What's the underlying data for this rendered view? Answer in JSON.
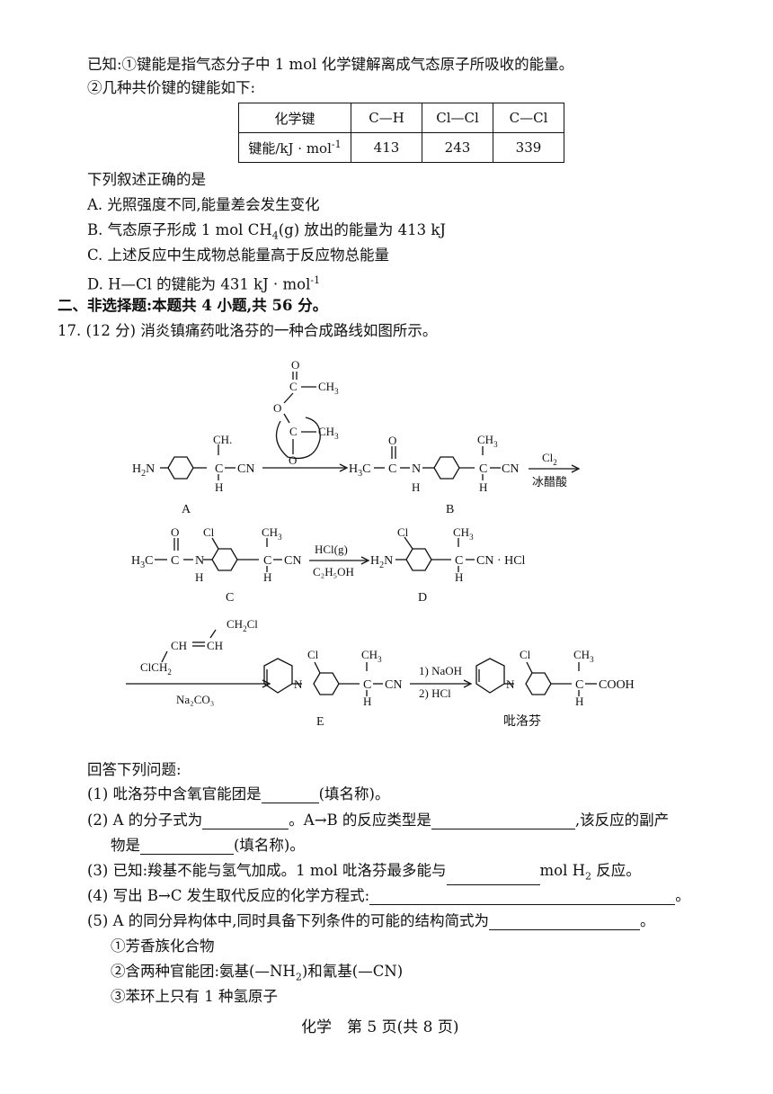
{
  "known": {
    "line1": "已知:①键能是指气态分子中 1 mol 化学键解离成气态原子所吸收的能量。",
    "line2": "②几种共价键的键能如下:"
  },
  "table": {
    "row_header": "化学键",
    "bonds": [
      "C—H",
      "Cl—Cl",
      "C—Cl"
    ],
    "energy_label": "键能/kJ · mol",
    "energy_label_sup": "-1",
    "energies": [
      "413",
      "243",
      "339"
    ]
  },
  "q16": {
    "stem": "下列叙述正确的是",
    "opt_a": "A. 光照强度不同,能量差会发生变化",
    "opt_b_pre": "B. 气态原子形成 1 mol CH",
    "opt_b_sub": "4",
    "opt_b_post": "(g) 放出的能量为 413 kJ",
    "opt_c": "C. 上述反应中生成物总能量高于反应物总能量",
    "opt_d": "D. H—Cl 的键能为 431 kJ · mol",
    "opt_d_sup": "-1"
  },
  "section2": "二、非选择题:本题共 4 小题,共 56 分。",
  "q17": {
    "title": "17. (12 分) 消炎镇痛药吡洛芬的一种合成路线如图所示。",
    "answer_prompt": "回答下列问题:",
    "p1": "(1) 吡洛芬中含氧官能团是",
    "p1_end": "(填名称)。",
    "p2": "(2) A 的分子式为",
    "p2_mid": "。A→B 的反应类型是",
    "p2_end": ",该反应的副产",
    "p2b": "物是",
    "p2b_end": "(填名称)。",
    "p3": "(3) 已知:羧基不能与氢气加成。1 mol 吡洛芬最多能与",
    "p3_end_pre": "mol H",
    "p3_sub": "2",
    "p3_end": " 反应。",
    "p4": "(4) 写出 B→C 发生取代反应的化学方程式:",
    "p4_end": "。",
    "p5": "(5) A 的同分异构体中,同时具备下列条件的可能的结构简式为",
    "p5_end": "。",
    "c1": "①芳香族化合物",
    "c2_pre": "②含两种官能团:氨基(—NH",
    "c2_sub": "2",
    "c2_post": ")和氰基(—CN)",
    "c3": "③苯环上只有 1 种氢原子"
  },
  "scheme": {
    "A": "A",
    "B": "B",
    "C": "C",
    "D": "D",
    "E": "E",
    "product": "吡洛芬",
    "cl2": "Cl",
    "cl2_sub": "2",
    "acetic": "冰醋酸",
    "hcl_g": "HCl(g)",
    "etoh": "C₂H₅OH",
    "na2co3": "Na₂CO₃",
    "naoh": "1) NaOH",
    "hcl": "2) HCl",
    "hcl_salt": "CN · HCl",
    "cooh": "COOH"
  },
  "footer": "化学　第 5 页(共 8 页)"
}
